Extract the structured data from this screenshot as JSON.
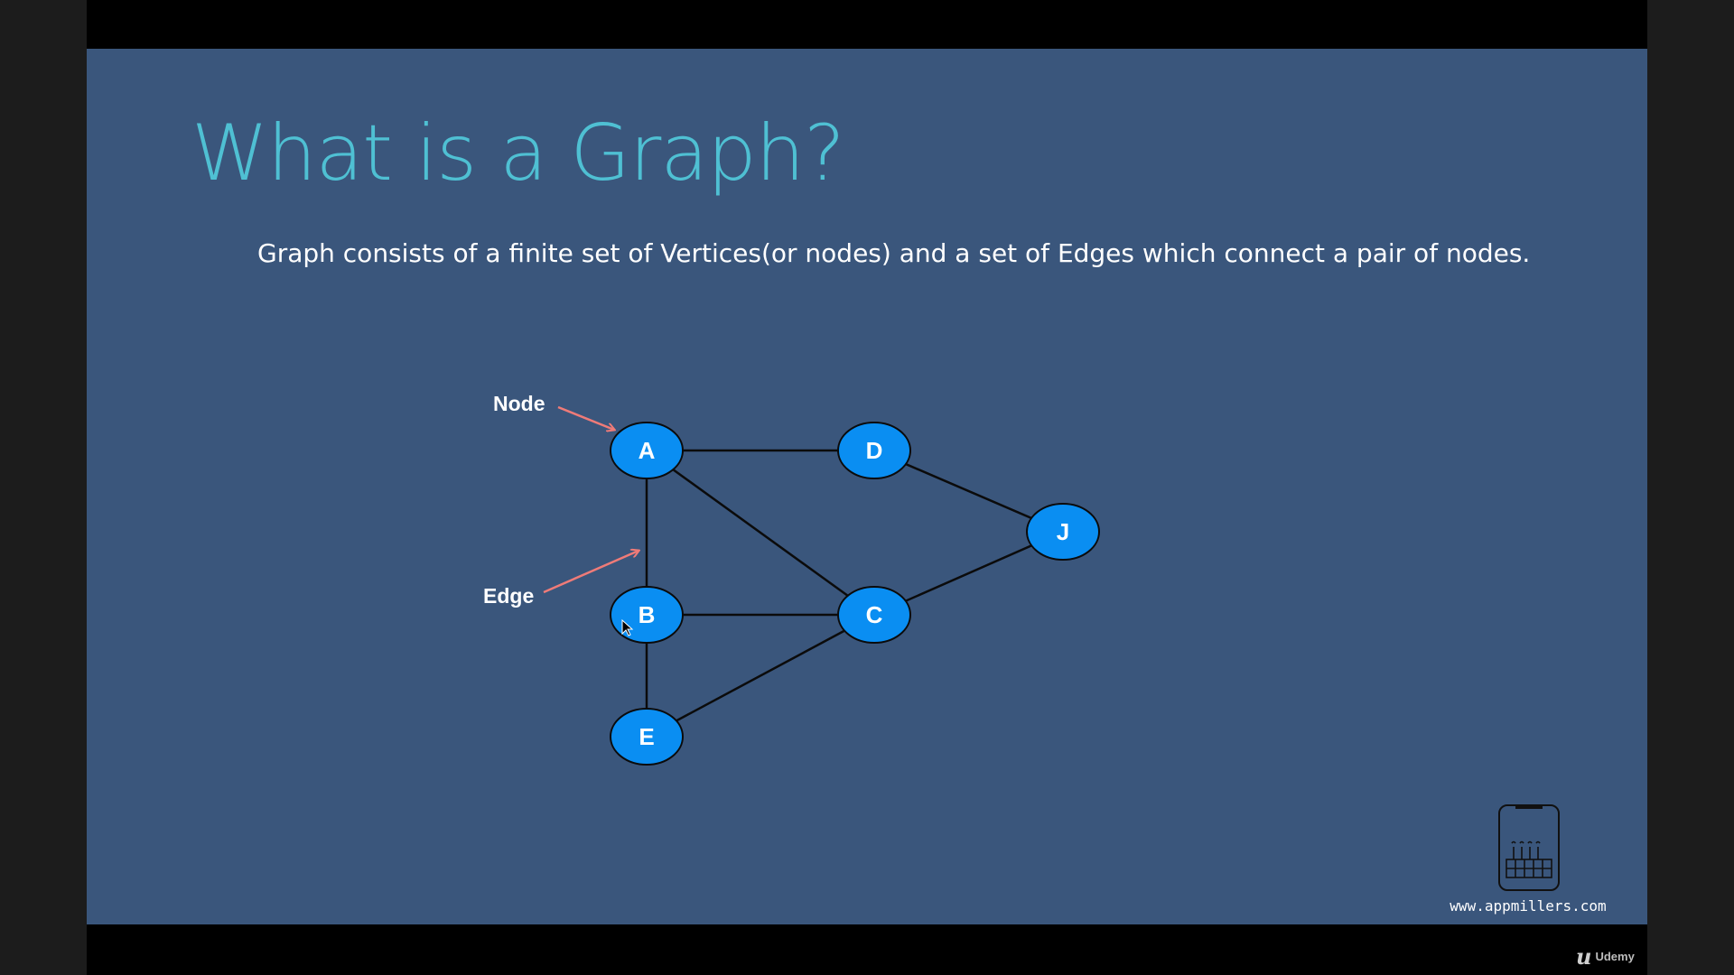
{
  "slide": {
    "title": "What is a Graph?",
    "subtitle": "Graph consists of a finite set of Vertices(or nodes) and a set of Edges which connect a pair of nodes.",
    "background_color": "#3a567c",
    "title_color": "#4fc0d3"
  },
  "graph": {
    "node_color": "#0a8ef2",
    "edge_color": "#0b0b0b",
    "arrow_color": "#ef7b78",
    "nodes": [
      {
        "id": "A",
        "label": "A"
      },
      {
        "id": "D",
        "label": "D"
      },
      {
        "id": "J",
        "label": "J"
      },
      {
        "id": "B",
        "label": "B"
      },
      {
        "id": "C",
        "label": "C"
      },
      {
        "id": "E",
        "label": "E"
      }
    ],
    "edges": [
      [
        "A",
        "D"
      ],
      [
        "A",
        "B"
      ],
      [
        "A",
        "C"
      ],
      [
        "D",
        "J"
      ],
      [
        "B",
        "C"
      ],
      [
        "B",
        "E"
      ],
      [
        "C",
        "J"
      ],
      [
        "C",
        "E"
      ]
    ],
    "annotations": {
      "node_label": "Node",
      "edge_label": "Edge"
    }
  },
  "branding": {
    "website": "www.appmillers.com",
    "logo_icon": "factory-phone-icon",
    "player_badge": "Udemy",
    "player_icon": "udemy-logo-icon"
  }
}
